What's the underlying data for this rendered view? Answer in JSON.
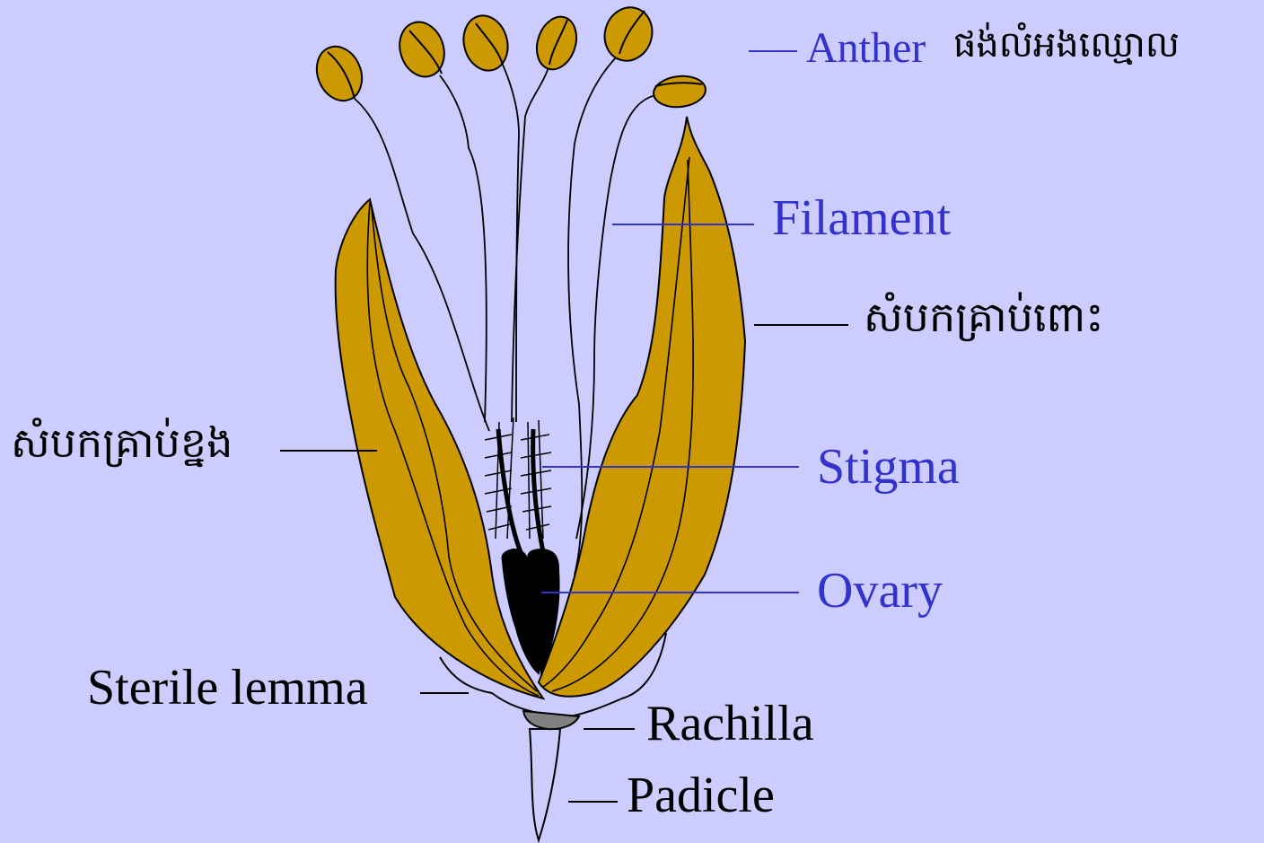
{
  "labels": {
    "anther": "Anther",
    "anther_khmer": "ផង់លំអងឈ្មោល",
    "filament": "Filament",
    "lemma_khmer": "សំបកគ្រាប់ពោះ",
    "palea_khmer": "សំបកគ្រាប់ខ្នង",
    "stigma": "Stigma",
    "ovary": "Ovary",
    "sterile_lemma": "Sterile lemma",
    "rachilla": "Rachilla",
    "padicle": "Padicle"
  },
  "colors": {
    "background": "#ccccff",
    "husk": "#cc9900",
    "label_blue": "#3333cc",
    "ovary": "#000000",
    "rachilla": "#808080"
  }
}
